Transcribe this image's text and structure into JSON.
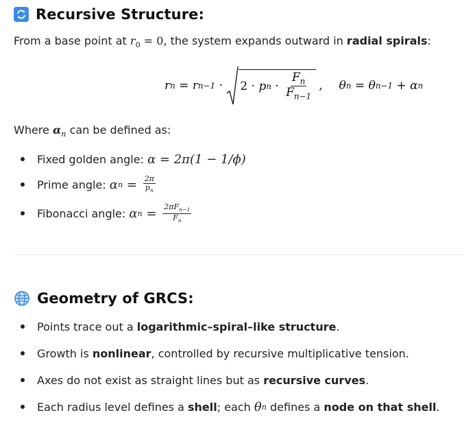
{
  "section1": {
    "title": "Recursive Structure:",
    "intro_pre": "From a base point at ",
    "intro_math": "r",
    "intro_sub": "0",
    "intro_eq": " = 0",
    "intro_post": ", the system expands outward in ",
    "intro_bold": "radial spirals",
    "intro_end": ":",
    "formula": {
      "lhs": "r",
      "lhs_sub": "n",
      "eq": " = ",
      "rn1": "r",
      "rn1_sub": "n−1",
      "dot": " · ",
      "sqrt_a": "2 · ",
      "p": "p",
      "p_sub": "n",
      "dot2": " · ",
      "num": "F",
      "num_sub": "n",
      "den": "F",
      "den_sub": "n−1",
      "comma": ",",
      "theta_lhs": "θ",
      "theta_sub": "n",
      "theta_eq": " = ",
      "theta1": "θ",
      "theta1_sub": "n−1",
      "plus": " + ",
      "alpha": "α",
      "alpha_sub": "n"
    },
    "where_pre": "Where ",
    "where_alpha": "α",
    "where_sub": "n",
    "where_post": " can be defined as:",
    "bullets": [
      {
        "label": "Fixed golden angle: ",
        "math": "α = 2π(1 − 1/ϕ)"
      },
      {
        "label": "Prime angle: ",
        "lhs": "α",
        "lhs_sub": "n",
        "eq": " = ",
        "num": "2π",
        "den": "p",
        "den_sub": "n"
      },
      {
        "label": "Fibonacci angle: ",
        "lhs": "α",
        "lhs_sub": "n",
        "eq": " = ",
        "num": "2πF",
        "num_sub": "n−1",
        "den": "F",
        "den_sub": "n"
      }
    ]
  },
  "section2": {
    "title": "Geometry of GRCS:",
    "bullets": [
      {
        "pre": "Points trace out a ",
        "bold": "logarithmic–spiral–like structure",
        "post": "."
      },
      {
        "pre": "Growth is ",
        "bold": "nonlinear",
        "post": ", controlled by recursive multiplicative tension."
      },
      {
        "pre": "Axes do not exist as straight lines but as ",
        "bold": "recursive curves",
        "post": "."
      },
      {
        "pre": "Each radius level defines a ",
        "bold": "shell",
        "mid": "; each ",
        "math": "θ",
        "math_sub": "n",
        "mid2": " defines a ",
        "bold2": "node on that shell",
        "post": "."
      }
    ]
  },
  "icons": {
    "section1_icon": "arrows-cycle-icon",
    "section2_icon": "globe-icon"
  },
  "colors": {
    "cycle_icon_bg": "#3d8be0",
    "globe_icon": "#3d8be0"
  }
}
